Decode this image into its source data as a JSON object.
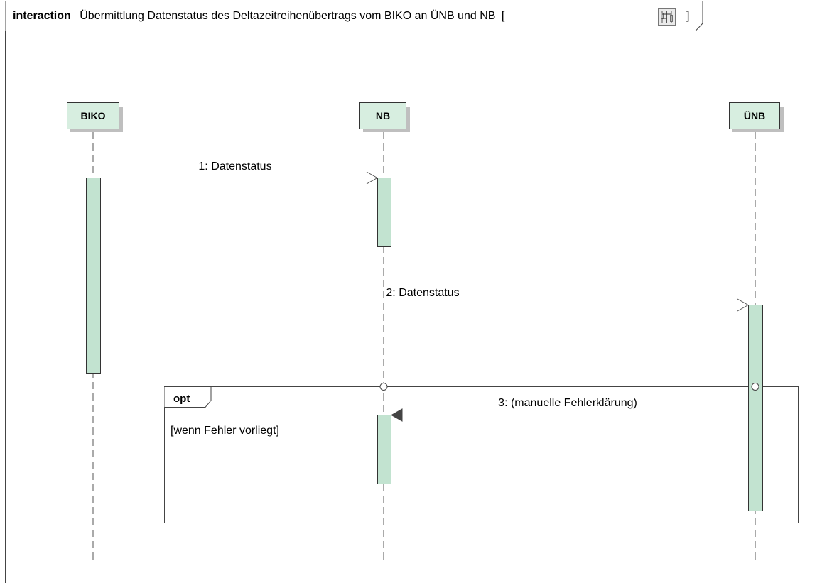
{
  "frame": {
    "keyword": "interaction",
    "name": "Übermittlung Datenstatus des Deltazeitreihenübertrags vom BIKO an ÜNB und NB",
    "bracket_open": "[",
    "bracket_close": "]",
    "icon": "sequence-diagram-icon"
  },
  "lifelines": [
    {
      "id": "biko",
      "label": "BIKO"
    },
    {
      "id": "nb",
      "label": "NB"
    },
    {
      "id": "unb",
      "label": "ÜNB"
    }
  ],
  "messages": [
    {
      "label": "1: Datenstatus",
      "from": "BIKO",
      "to": "NB",
      "type": "asynchronous"
    },
    {
      "label": "2: Datenstatus",
      "from": "BIKO",
      "to": "ÜNB",
      "type": "asynchronous"
    },
    {
      "label": "3: (manuelle Fehlerklärung)",
      "from": "ÜNB",
      "to": "NB",
      "type": "synchronous"
    }
  ],
  "fragment": {
    "operator": "opt",
    "guard": "[wenn Fehler vorliegt]"
  },
  "colors": {
    "lifeline_fill": "#d7eee0",
    "lifeline_border": "#333333",
    "activation_fill": "#c2e3d0",
    "line": "#555555"
  }
}
